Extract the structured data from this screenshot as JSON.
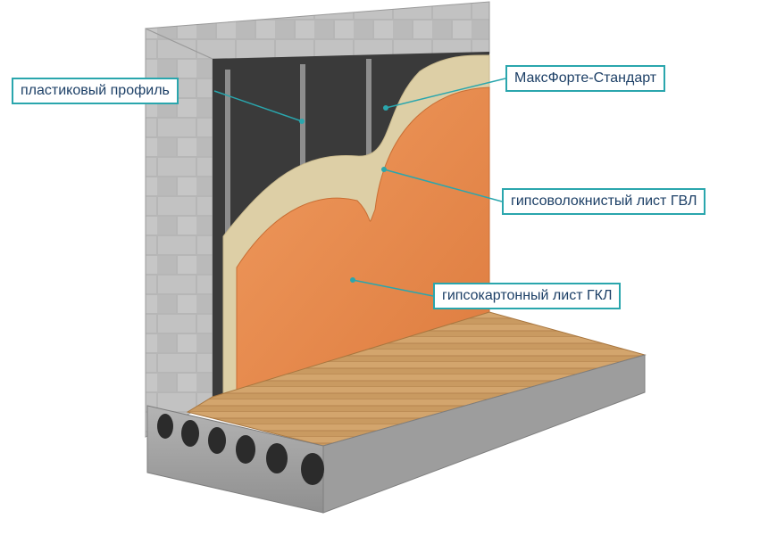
{
  "labels": {
    "profile": "пластиковый профиль",
    "maxforte": "МаксФорте-Стандарт",
    "gvl": "гипсоволокнистый лист ГВЛ",
    "gkl": "гипсокартонный лист ГКЛ"
  },
  "colors": {
    "callout_border": "#2aa6ad",
    "callout_text": "#1c3f66",
    "brick": "#b9b9b9",
    "membrane": "#3c3c3c",
    "gvl": "#ddcfa6",
    "gkl": "#e68a4e",
    "floor": "#c99a61",
    "slab": "#a8a8a8"
  }
}
